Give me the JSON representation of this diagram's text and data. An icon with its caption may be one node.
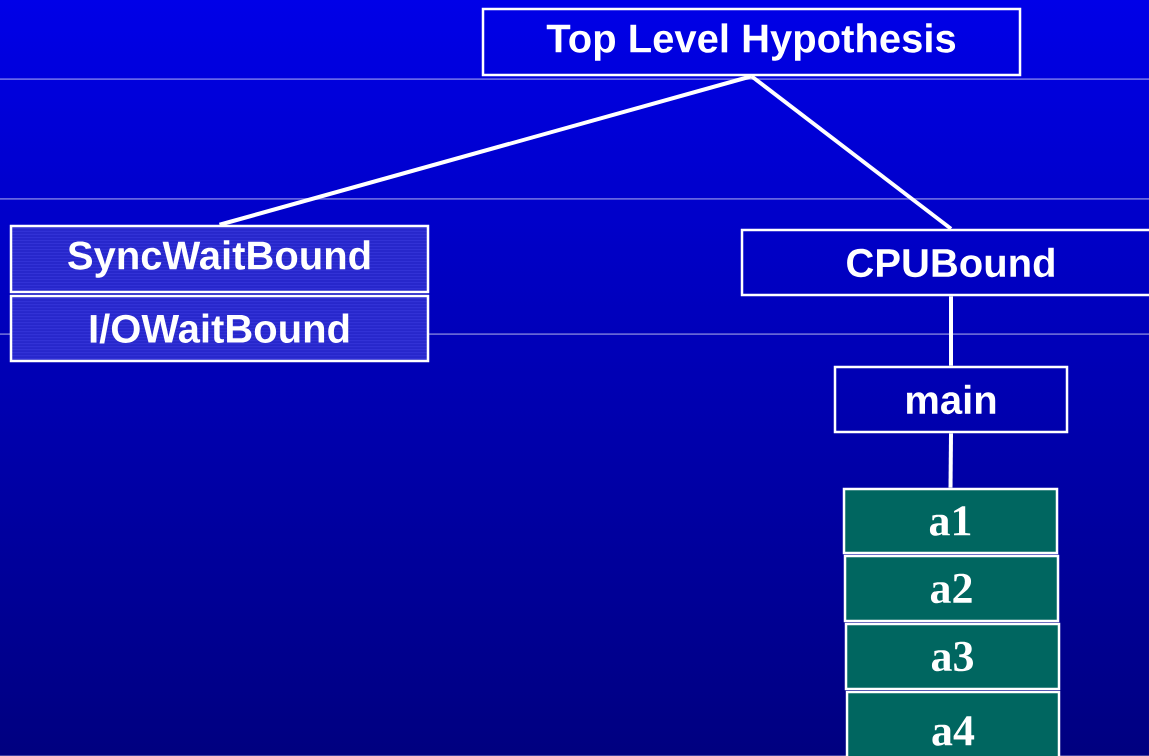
{
  "diagram": {
    "nodes": [
      {
        "text": [
          "Top Level Hypothesis"
        ]
      },
      {
        "text": [
          "SyncWaitBound"
        ]
      },
      {
        "text": [
          "I/OWaitBound"
        ]
      },
      {
        "text": [
          "CPUBound"
        ]
      },
      {
        "text": [
          "main"
        ]
      },
      {
        "text": [
          "a1"
        ]
      },
      {
        "text": [
          "a2"
        ]
      },
      {
        "text": [
          "a3"
        ]
      },
      {
        "text": [
          "a4"
        ]
      }
    ],
    "edges": [
      {
        "from": 0,
        "to": 1,
        "arrow": "none"
      },
      {
        "from": 0,
        "to": 3,
        "arrow": "none"
      },
      {
        "from": 3,
        "to": 4,
        "arrow": "none"
      },
      {
        "from": 4,
        "to": 5,
        "arrow": "none"
      }
    ]
  }
}
